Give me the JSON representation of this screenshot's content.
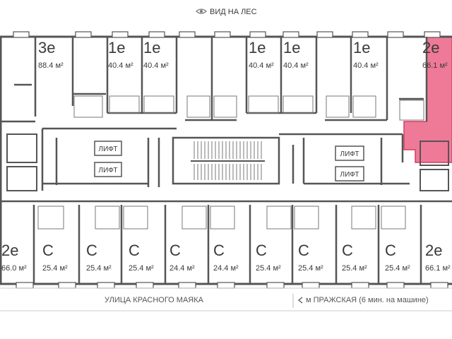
{
  "header": {
    "label": "ВИД НА ЛЕС",
    "icon": "eye-icon"
  },
  "footer": {
    "street": "УЛИЦА КРАСНОГО МАЯКА",
    "metro": "м ПРАЖСКАЯ (6 мин. на машине)",
    "metro_icon": "arrow-left-icon"
  },
  "lifts": [
    "ЛИФТ",
    "ЛИФТ",
    "ЛИФТ",
    "ЛИФТ"
  ],
  "colors": {
    "wall": "#555555",
    "highlight_fill": "#ee7a97",
    "highlight_stroke": "#d33d63",
    "text": "#3a3a3a",
    "window": "#ffffff"
  },
  "apartments": {
    "top": [
      {
        "type": "3е",
        "area": "88.4 м²"
      },
      {
        "type": "1е",
        "area": "40.4 м²"
      },
      {
        "type": "1е",
        "area": "40.4 м²"
      },
      {
        "type": "1е",
        "area": "40.4 м²"
      },
      {
        "type": "1е",
        "area": "40.4 м²"
      },
      {
        "type": "1е",
        "area": "40.4 м²"
      },
      {
        "type": "2е",
        "area": "66.1 м²",
        "selected": true
      }
    ],
    "bottom": [
      {
        "type": "2е",
        "area": "66.0 м²"
      },
      {
        "type": "С",
        "area": "25.4 м²"
      },
      {
        "type": "С",
        "area": "25.4 м²"
      },
      {
        "type": "С",
        "area": "25.4 м²"
      },
      {
        "type": "С",
        "area": "24.4 м²"
      },
      {
        "type": "С",
        "area": "24.4 м²"
      },
      {
        "type": "С",
        "area": "25.4 м²"
      },
      {
        "type": "С",
        "area": "25.4 м²"
      },
      {
        "type": "С",
        "area": "25.4 м²"
      },
      {
        "type": "С",
        "area": "25.4 м²"
      },
      {
        "type": "2е",
        "area": "66.1 м²"
      }
    ]
  }
}
